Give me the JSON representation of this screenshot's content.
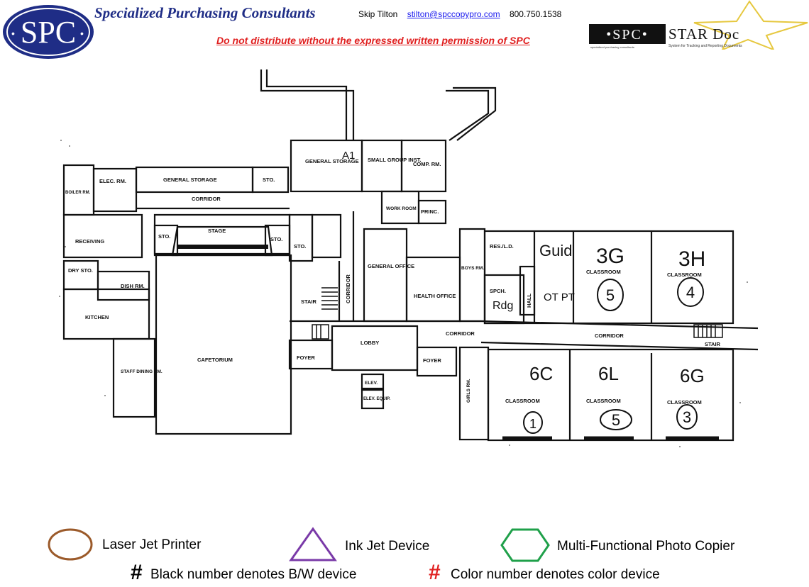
{
  "header": {
    "logo_text": "SPC",
    "company": "Specialized Purchasing Consultants",
    "contact_name": "Skip Tilton",
    "contact_email": "stilton@spccopypro.com",
    "contact_phone": "800.750.1538",
    "notice": "Do not distribute without the expressed written permission of SPC",
    "star_logo_spc": "•SPC•",
    "star_logo_title": "STAR Doc",
    "star_logo_sub_left": "specialized purchasing consultants",
    "star_logo_sub_right": "System for Tracking and Reporting Documents"
  },
  "floorplan": {
    "rooms": {
      "general_storage_top": "GENERAL STORAGE",
      "small_group": "SMALL GROUP INST.",
      "comp_rm": "COMP. RM.",
      "elec_rm": "ELEC. RM.",
      "general_storage_left": "GENERAL STORAGE",
      "sto_a": "STO.",
      "corridor_top": "CORRIDOR",
      "boiler": "BOILER RM.",
      "work_room": "WORK ROOM",
      "princ": "PRINC.",
      "stage": "STAGE",
      "sto_b": "STO.",
      "sto_c": "STO.",
      "sto_d": "STO.",
      "receiving": "RECEIVING",
      "dry_sto": "DRY STO.",
      "dish_rm": "DISH RM.",
      "kitchen": "KITCHEN",
      "general_office": "GENERAL OFFICE",
      "health_office": "HEALTH OFFICE",
      "corridor_vertical": "CORRIDOR",
      "boys_rm": "BOYS RM.",
      "res_ld": "RES./L.D.",
      "speech": "SPCH.",
      "hall": "HALL",
      "stair_a": "STAIR",
      "classroom_3g": "CLASSROOM",
      "classroom_3h": "CLASSROOM",
      "cafetorium": "CAFETORIUM",
      "lobby": "LOBBY",
      "foyer_a": "FOYER",
      "foyer_b": "FOYER",
      "corridor_mid": "CORRIDOR",
      "corridor_right": "CORRIDOR",
      "stair_b": "STAIR",
      "staff_dining": "STAFF DINING RM.",
      "elev": "ELEV.",
      "elev_equip": "ELEV. EQUIP.",
      "girls_rm": "GIRLS RM.",
      "classroom_6c": "CLASSROOM",
      "classroom_6l": "CLASSROOM",
      "classroom_6g": "CLASSROOM"
    },
    "handwritten": {
      "storage_mark": "A1",
      "guid": "Guid",
      "room_3g": "3G",
      "room_3h": "3H",
      "ot_pt": "OT PT",
      "rdg": "Rdg",
      "room_6c": "6C",
      "room_6l": "6L",
      "room_6g": "6G",
      "device_3g": "5",
      "device_3h": "4",
      "device_6c": "1",
      "device_6l": "5",
      "device_6g": "3"
    }
  },
  "legend": {
    "laser": "Laser Jet Printer",
    "inkjet": "Ink Jet Device",
    "mfp": "Multi-Functional Photo Copier",
    "bw_symbol": "#",
    "bw_note": "Black number denotes B/W device",
    "color_symbol": "#",
    "color_note": "Color number denotes color device",
    "colors": {
      "laser": "#9b5a2a",
      "inkjet": "#7a3aa8",
      "mfp": "#1fa04a",
      "color_hash": "#e02020"
    }
  }
}
